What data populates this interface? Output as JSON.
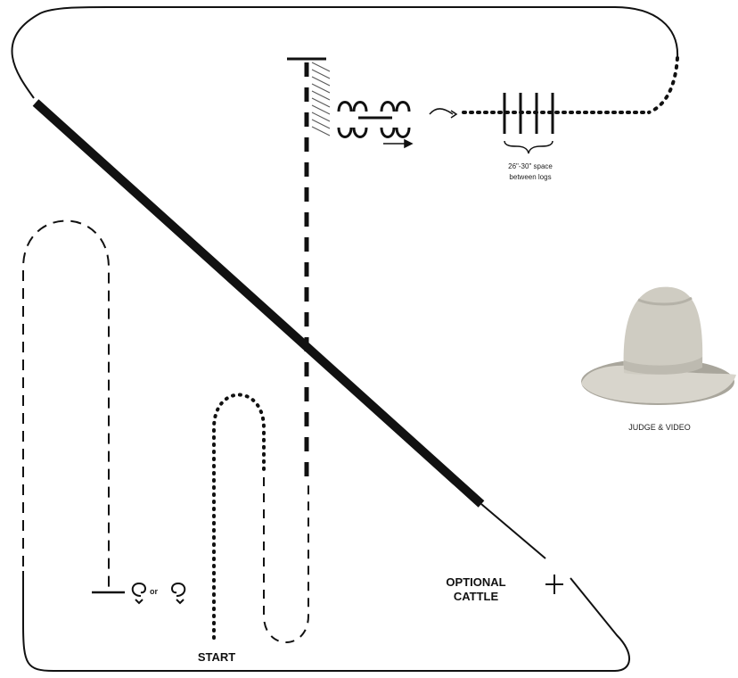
{
  "labels": {
    "start": "START",
    "optional_cattle_line1": "OPTIONAL",
    "optional_cattle_line2": "CATTLE",
    "log_spacing_line1": "26\"-30\" space",
    "log_spacing_line2": "between logs",
    "judge_video": "JUDGE & VIDEO",
    "or": "or"
  },
  "icons": {
    "hat": "cowboy-hat-icon",
    "spin_left": "spin-left-icon",
    "spin_right": "spin-right-icon",
    "cattle_marker": "cross-marker-icon"
  },
  "colors": {
    "ink": "#111111",
    "hat_body": "#d8d5cc",
    "hat_shadow": "#a9a69c"
  }
}
